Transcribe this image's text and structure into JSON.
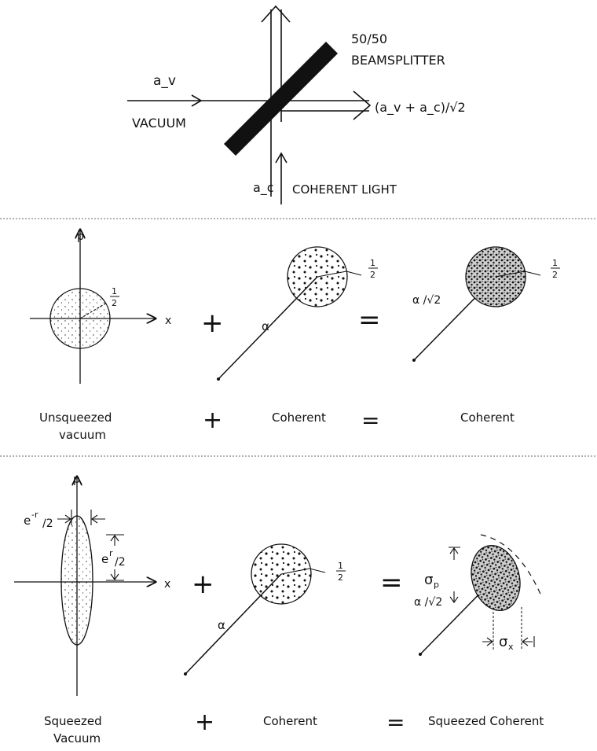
{
  "beamsplitter": {
    "title_line1": "50/50",
    "title_line2": "BEAMSPLITTER",
    "input_vacuum_symbol": "a_v",
    "input_vacuum_label": "VACUUM",
    "input_coherent_symbol": "a_c",
    "input_coherent_label": "COHERENT LIGHT",
    "output_label": "(a_v + a_c)/√2"
  },
  "row1": {
    "axis_p": "p",
    "axis_x": "x",
    "radius_num": "1",
    "radius_den": "2",
    "alpha": "α",
    "alpha_sqrt2": "α /√2",
    "plus": "+",
    "equals": "=",
    "caption_left_line1": "Unsqueezed",
    "caption_left_line2": "vacuum",
    "caption_plus": "+",
    "caption_mid": "Coherent",
    "caption_equals": "=",
    "caption_right": "Coherent"
  },
  "row2": {
    "axis_p": "p",
    "axis_x": "x",
    "width_label": "e",
    "width_exp": "-r",
    "width_den": "/2",
    "height_label": "e",
    "height_exp": "r",
    "height_den": "/2",
    "radius_num": "1",
    "radius_den": "2",
    "alpha": "α",
    "alpha_sqrt2": "α /√2",
    "sigma_p": "σ",
    "sigma_p_sub": "p",
    "sigma_x": "σ",
    "sigma_x_sub": "x",
    "plus": "+",
    "equals": "=",
    "caption_left_line1": "Squeezed",
    "caption_left_line2": "Vacuum",
    "caption_plus": "+",
    "caption_mid": "Coherent",
    "caption_equals": "=",
    "caption_right": "Squeezed Coherent"
  }
}
